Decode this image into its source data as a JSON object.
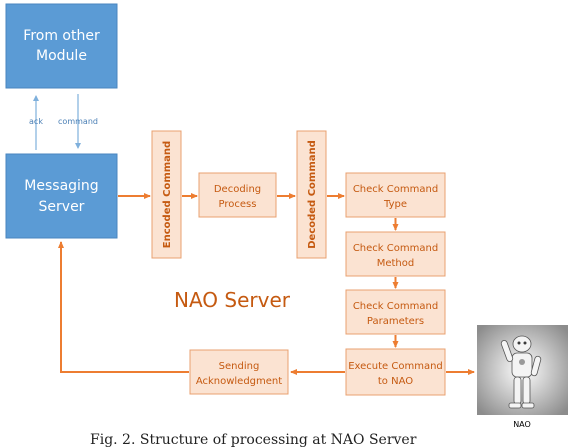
{
  "blocks": {
    "from_other_module": [
      "From other",
      "Module"
    ],
    "messaging_server": [
      "Messaging",
      "Server"
    ],
    "encoded_command": "Encoded Command",
    "decoding_process": [
      "Decoding",
      "Process"
    ],
    "decoded_command": "Decoded Command",
    "check_command_type": [
      "Check Command",
      "Type"
    ],
    "check_command_method": [
      "Check Command",
      "Method"
    ],
    "check_command_parameters": [
      "Check Command",
      "Parameters"
    ],
    "execute_command": [
      "Execute Command",
      "to NAO"
    ],
    "sending_acknowledgment": [
      "Sending",
      "Acknowledgment"
    ]
  },
  "arrow_labels": {
    "ack": "ack",
    "command": "command"
  },
  "group_label": "NAO Server",
  "robot_label": "NAO",
  "caption": "Fig. 2. Structure of processing at NAO Server",
  "colors": {
    "blue": "#5b9bd5",
    "orange": "#ed7d31",
    "peach": "#fbe3d2",
    "text_orange": "#c55a11"
  }
}
